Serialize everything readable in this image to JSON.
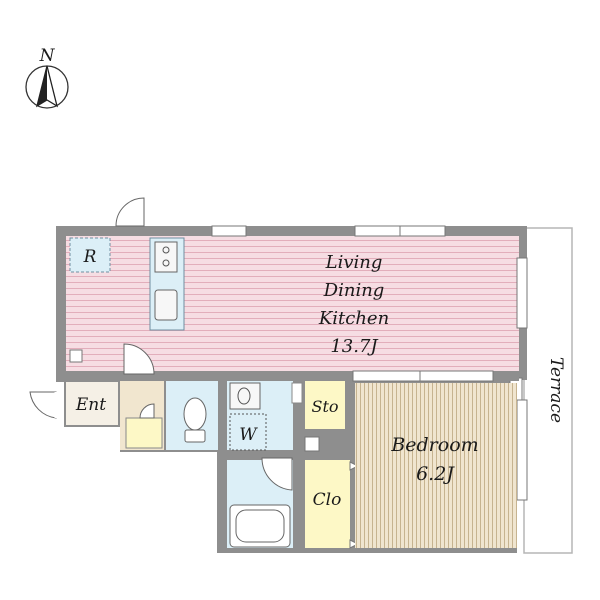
{
  "compass": {
    "north": "N"
  },
  "rooms": {
    "refrigerator": "R",
    "ldk_line1": "Living",
    "ldk_line2": "Dining",
    "ldk_line3": "Kitchen",
    "ldk_size": "13.7J",
    "entrance": "Ent",
    "washer": "W",
    "storage": "Sto",
    "bedroom": "Bedroom",
    "bedroom_size": "6.2J",
    "closet": "Clo",
    "terrace": "Terrace"
  },
  "colors": {
    "ldk_floor": "#f6dde3",
    "ldk_stripe": "#e7b9c4",
    "bedroom_floor": "#f0e5cf",
    "bedroom_stripe": "#cbb895",
    "wet_area": "#dceff7",
    "storage": "#fdf8c6",
    "entrance": "#f1e6cf",
    "wall": "#8e8e8e"
  }
}
